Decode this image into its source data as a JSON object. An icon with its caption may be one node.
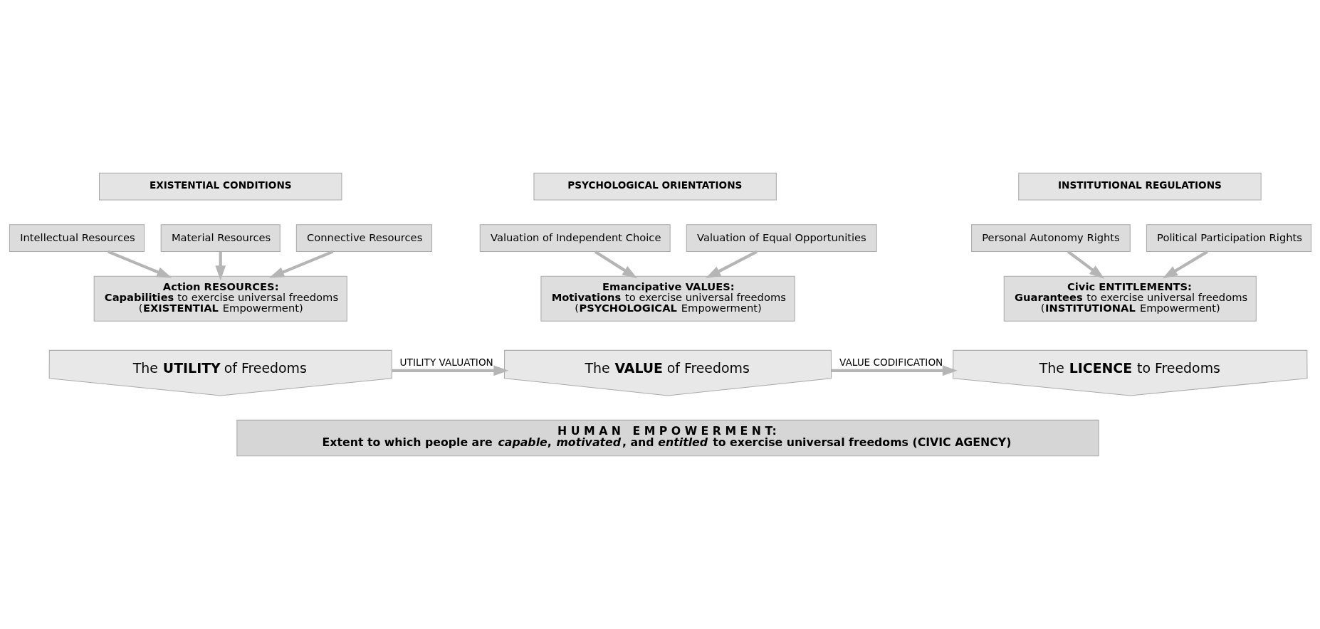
{
  "diagram": {
    "nodes": [
      {
        "text": [
          "EXISTENTIAL CONDITIONS"
        ]
      },
      {
        "text": [
          "PSYCHOLOGICAL ORIENTATIONS"
        ]
      },
      {
        "text": [
          "INSTITUTIONAL REGULATIONS"
        ]
      },
      {
        "text": [
          "Intellectual Resources"
        ]
      },
      {
        "text": [
          "Material Resources"
        ]
      },
      {
        "text": [
          "Connective Resources"
        ]
      },
      {
        "text": [
          "Valuation of Independent Choice"
        ]
      },
      {
        "text": [
          "Valuation of Equal Opportunities"
        ]
      },
      {
        "text": [
          "Personal Autonomy Rights"
        ]
      },
      {
        "text": [
          "Political Participation Rights"
        ]
      },
      {
        "text": [
          "Action RESOURCES:",
          "**Capabilities** to exercise universal freedoms",
          "(**EXISTENTIAL** Empowerment)"
        ]
      },
      {
        "text": [
          "Emancipative VALUES:",
          "**Motivations** to exercise universal freedoms",
          "(**PSYCHOLOGICAL** Empowerment)"
        ]
      },
      {
        "text": [
          "Civic ENTITLEMENTS:",
          "**Guarantees** to exercise universal freedoms",
          "(**INSTITUTIONAL** Empowerment)"
        ]
      },
      {
        "text": [
          "The **UTILITY** of Freedoms"
        ]
      },
      {
        "text": [
          "The **VALUE** of Freedoms"
        ]
      },
      {
        "text": [
          "The **LICENCE** to Freedoms"
        ]
      },
      {
        "text": [
          "H U M A N   E M P O W E R M E N T:",
          "Extent to which people are *capable*, *motivated*, and *entitled* to exercise universal freedoms (CIVIC AGENCY)"
        ]
      }
    ],
    "edges": [
      {
        "from": 3,
        "to": 10,
        "arrow": "to"
      },
      {
        "from": 4,
        "to": 10,
        "arrow": "to"
      },
      {
        "from": 5,
        "to": 10,
        "arrow": "to"
      },
      {
        "from": 6,
        "to": 11,
        "arrow": "to"
      },
      {
        "from": 7,
        "to": 11,
        "arrow": "to"
      },
      {
        "from": 8,
        "to": 12,
        "arrow": "to"
      },
      {
        "from": 9,
        "to": 12,
        "arrow": "to"
      },
      {
        "from": 13,
        "to": 14,
        "arrow": "to",
        "label": "UTILITY VALUATION"
      },
      {
        "from": 14,
        "to": 15,
        "arrow": "to",
        "label": "VALUE CODIFICATION"
      }
    ]
  }
}
